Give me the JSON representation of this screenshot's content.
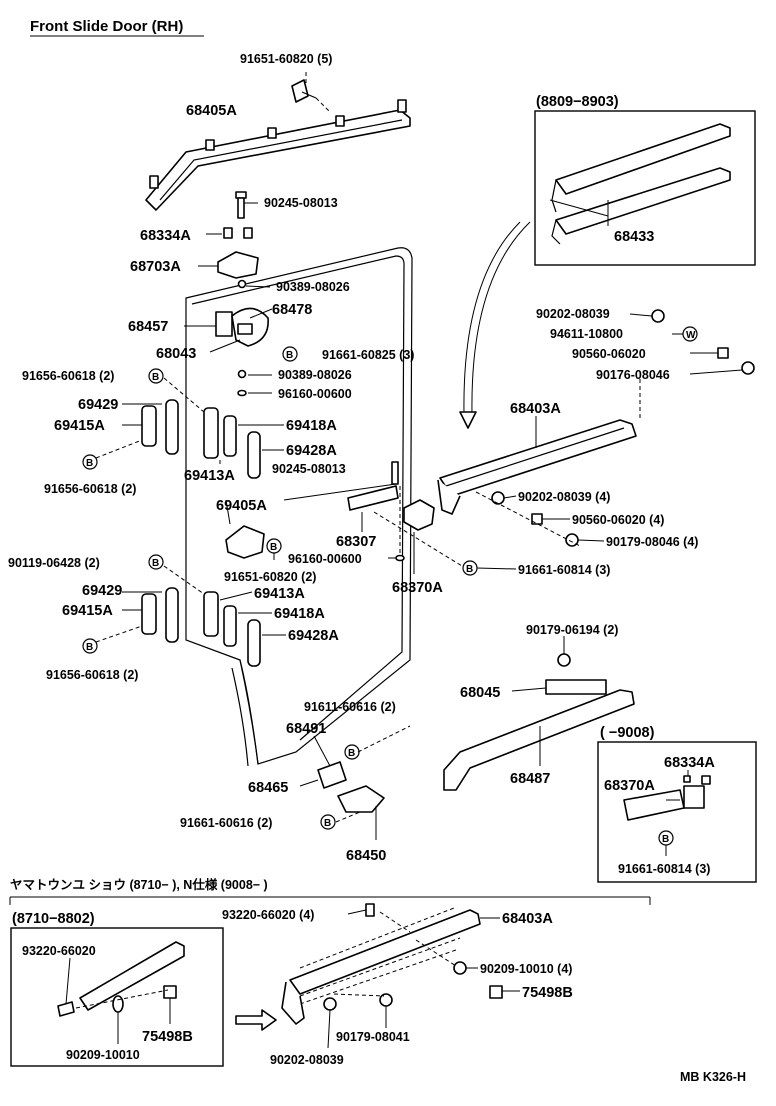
{
  "title": "Front Slide Door (RH)",
  "diagram_code": "MB K326-H",
  "notes": {
    "japanese_variant": "ヤマトウンユ ショウ (8710−        ), N仕様 (9008−        )"
  },
  "insets": {
    "inset_a": "(8809−8903)",
    "inset_b": "(        −9008)",
    "inset_c": "(8710−8802)"
  },
  "circle_b": "B",
  "circle_w": "W",
  "parts": {
    "p_91651_60820_5": "91651-60820 (5)",
    "p_68405A": "68405A",
    "p_90245_08013_a": "90245-08013",
    "p_68334A_a": "68334A",
    "p_68703A": "68703A",
    "p_90389_08026_a": "90389-08026",
    "p_68478": "68478",
    "p_68457": "68457",
    "p_68043": "68043",
    "p_91661_60825_3": "91661-60825 (3)",
    "p_91656_60618_2_a": "91656-60618 (2)",
    "p_90389_08026_b": "90389-08026",
    "p_96160_00600_a": "96160-00600",
    "p_69429_a": "69429",
    "p_69415A_a": "69415A",
    "p_69418A_a": "69418A",
    "p_69428A_a": "69428A",
    "p_91656_60618_2_b": "91656-60618 (2)",
    "p_69413A_a": "69413A",
    "p_90245_08013_b": "90245-08013",
    "p_69405A": "69405A",
    "p_68307": "68307",
    "p_91651_60820_2": "91651-60820 (2)",
    "p_96160_00600_b": "96160-00600",
    "p_68370A_a": "68370A",
    "p_90119_06428_2": "90119-06428 (2)",
    "p_69429_b": "69429",
    "p_69413A_b": "69413A",
    "p_69415A_b": "69415A",
    "p_69418A_b": "69418A",
    "p_69428A_b": "69428A",
    "p_91656_60618_2_c": "91656-60618 (2)",
    "p_91611_60616_2": "91611-60616 (2)",
    "p_68491": "68491",
    "p_68465": "68465",
    "p_91661_60616_2": "91661-60616 (2)",
    "p_68450": "68450",
    "p_68433": "68433",
    "p_90202_08039_a": "90202-08039",
    "p_94611_10800": "94611-10800",
    "p_90560_06020_a": "90560-06020",
    "p_90176_08046": "90176-08046",
    "p_68403A_a": "68403A",
    "p_90202_08039_4": "90202-08039 (4)",
    "p_90560_06020_4": "90560-06020 (4)",
    "p_90179_08046_4": "90179-08046 (4)",
    "p_91661_60814_3_a": "91661-60814 (3)",
    "p_90179_06194_2": "90179-06194 (2)",
    "p_68045": "68045",
    "p_68487": "68487",
    "p_68334A_b": "68334A",
    "p_68370A_b": "68370A",
    "p_91661_60814_3_b": "91661-60814 (3)",
    "p_93220_66020_4": "93220-66020 (4)",
    "p_68403A_b": "68403A",
    "p_90209_10010_4": "90209-10010 (4)",
    "p_75498B_a": "75498B",
    "p_93220_66020": "93220-66020",
    "p_75498B_b": "75498B",
    "p_90209_10010": "90209-10010",
    "p_90179_08041": "90179-08041",
    "p_90202_08039_b": "90202-08039"
  }
}
